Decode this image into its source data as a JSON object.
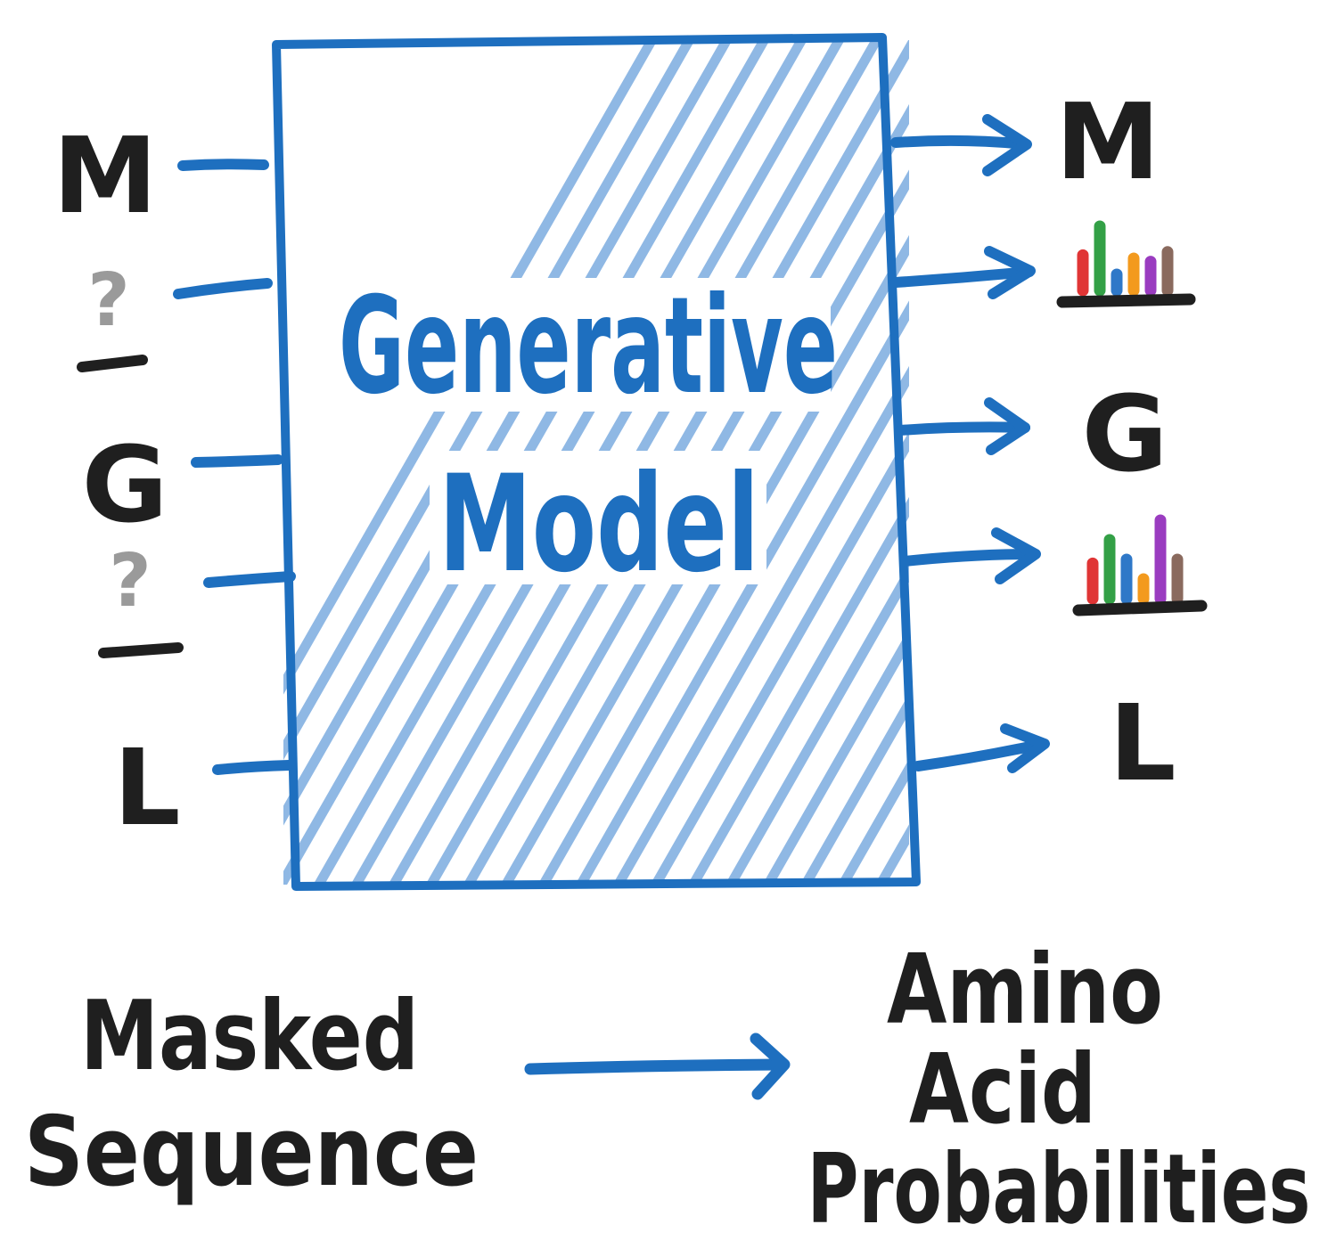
{
  "model": {
    "line1": "Generative",
    "line2": "Model"
  },
  "input_sequence": [
    {
      "kind": "residue",
      "text": "M"
    },
    {
      "kind": "mask",
      "text": "?"
    },
    {
      "kind": "residue",
      "text": "G"
    },
    {
      "kind": "mask",
      "text": "?"
    },
    {
      "kind": "residue",
      "text": "L"
    }
  ],
  "output_sequence": [
    {
      "kind": "residue",
      "text": "M"
    },
    {
      "kind": "distribution",
      "bars": [
        0.55,
        1.0,
        0.25,
        0.5,
        0.45,
        0.6
      ]
    },
    {
      "kind": "residue",
      "text": "G"
    },
    {
      "kind": "distribution",
      "bars": [
        0.45,
        0.75,
        0.5,
        0.25,
        1.0,
        0.5
      ]
    },
    {
      "kind": "residue",
      "text": "L"
    }
  ],
  "captions": {
    "input_label": [
      "Masked",
      "Sequence"
    ],
    "output_label": [
      "Amino",
      "Acid",
      "Probabilities"
    ]
  },
  "colors": {
    "model_blue": "#1e6fbf",
    "hatch_blue": "#8fb8e4",
    "ink": "#1f1f1f",
    "mask_gray": "#9a9a9a",
    "bar_colors": [
      "#e03535",
      "#33a046",
      "#2f78c8",
      "#f39a1e",
      "#9a3cc0",
      "#8a6a5e"
    ]
  }
}
